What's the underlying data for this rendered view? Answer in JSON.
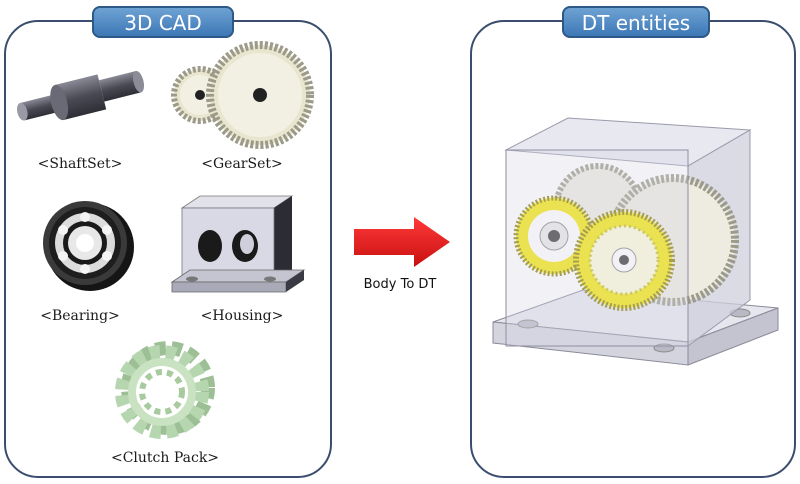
{
  "left_panel": {
    "title": "3D CAD"
  },
  "right_panel": {
    "title": "DT entities"
  },
  "components": {
    "shaftset": "<ShaftSet>",
    "gearset": "<GearSet>",
    "bearing": "<Bearing>",
    "housing": "<Housing>",
    "clutch_pack": "<Clutch Pack>"
  },
  "arrow": {
    "label": "Body To DT"
  },
  "colors": {
    "panel_border": "#3b4d6e",
    "title_fill": "#4f8bc7",
    "arrow": "#e51c1c",
    "gear": "#f1efe0",
    "clutch": "#b6d6b0",
    "highlight": "#f5e800"
  }
}
